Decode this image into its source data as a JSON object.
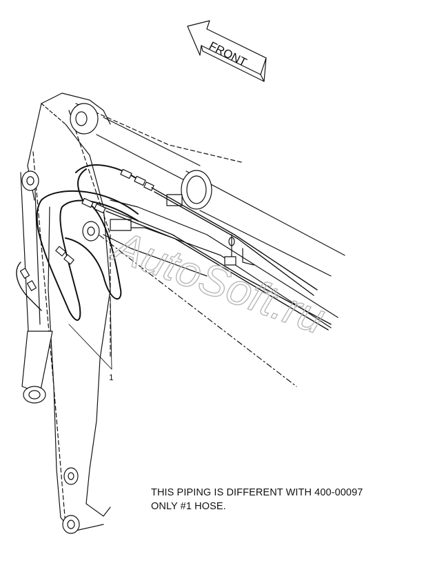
{
  "front_label": "FRONT",
  "part_callout": "1",
  "note_lines": [
    "THIS PIPING IS DIFFERENT WITH 400-00097",
    "ONLY #1 HOSE."
  ],
  "watermark": "AutoSoft.ru"
}
